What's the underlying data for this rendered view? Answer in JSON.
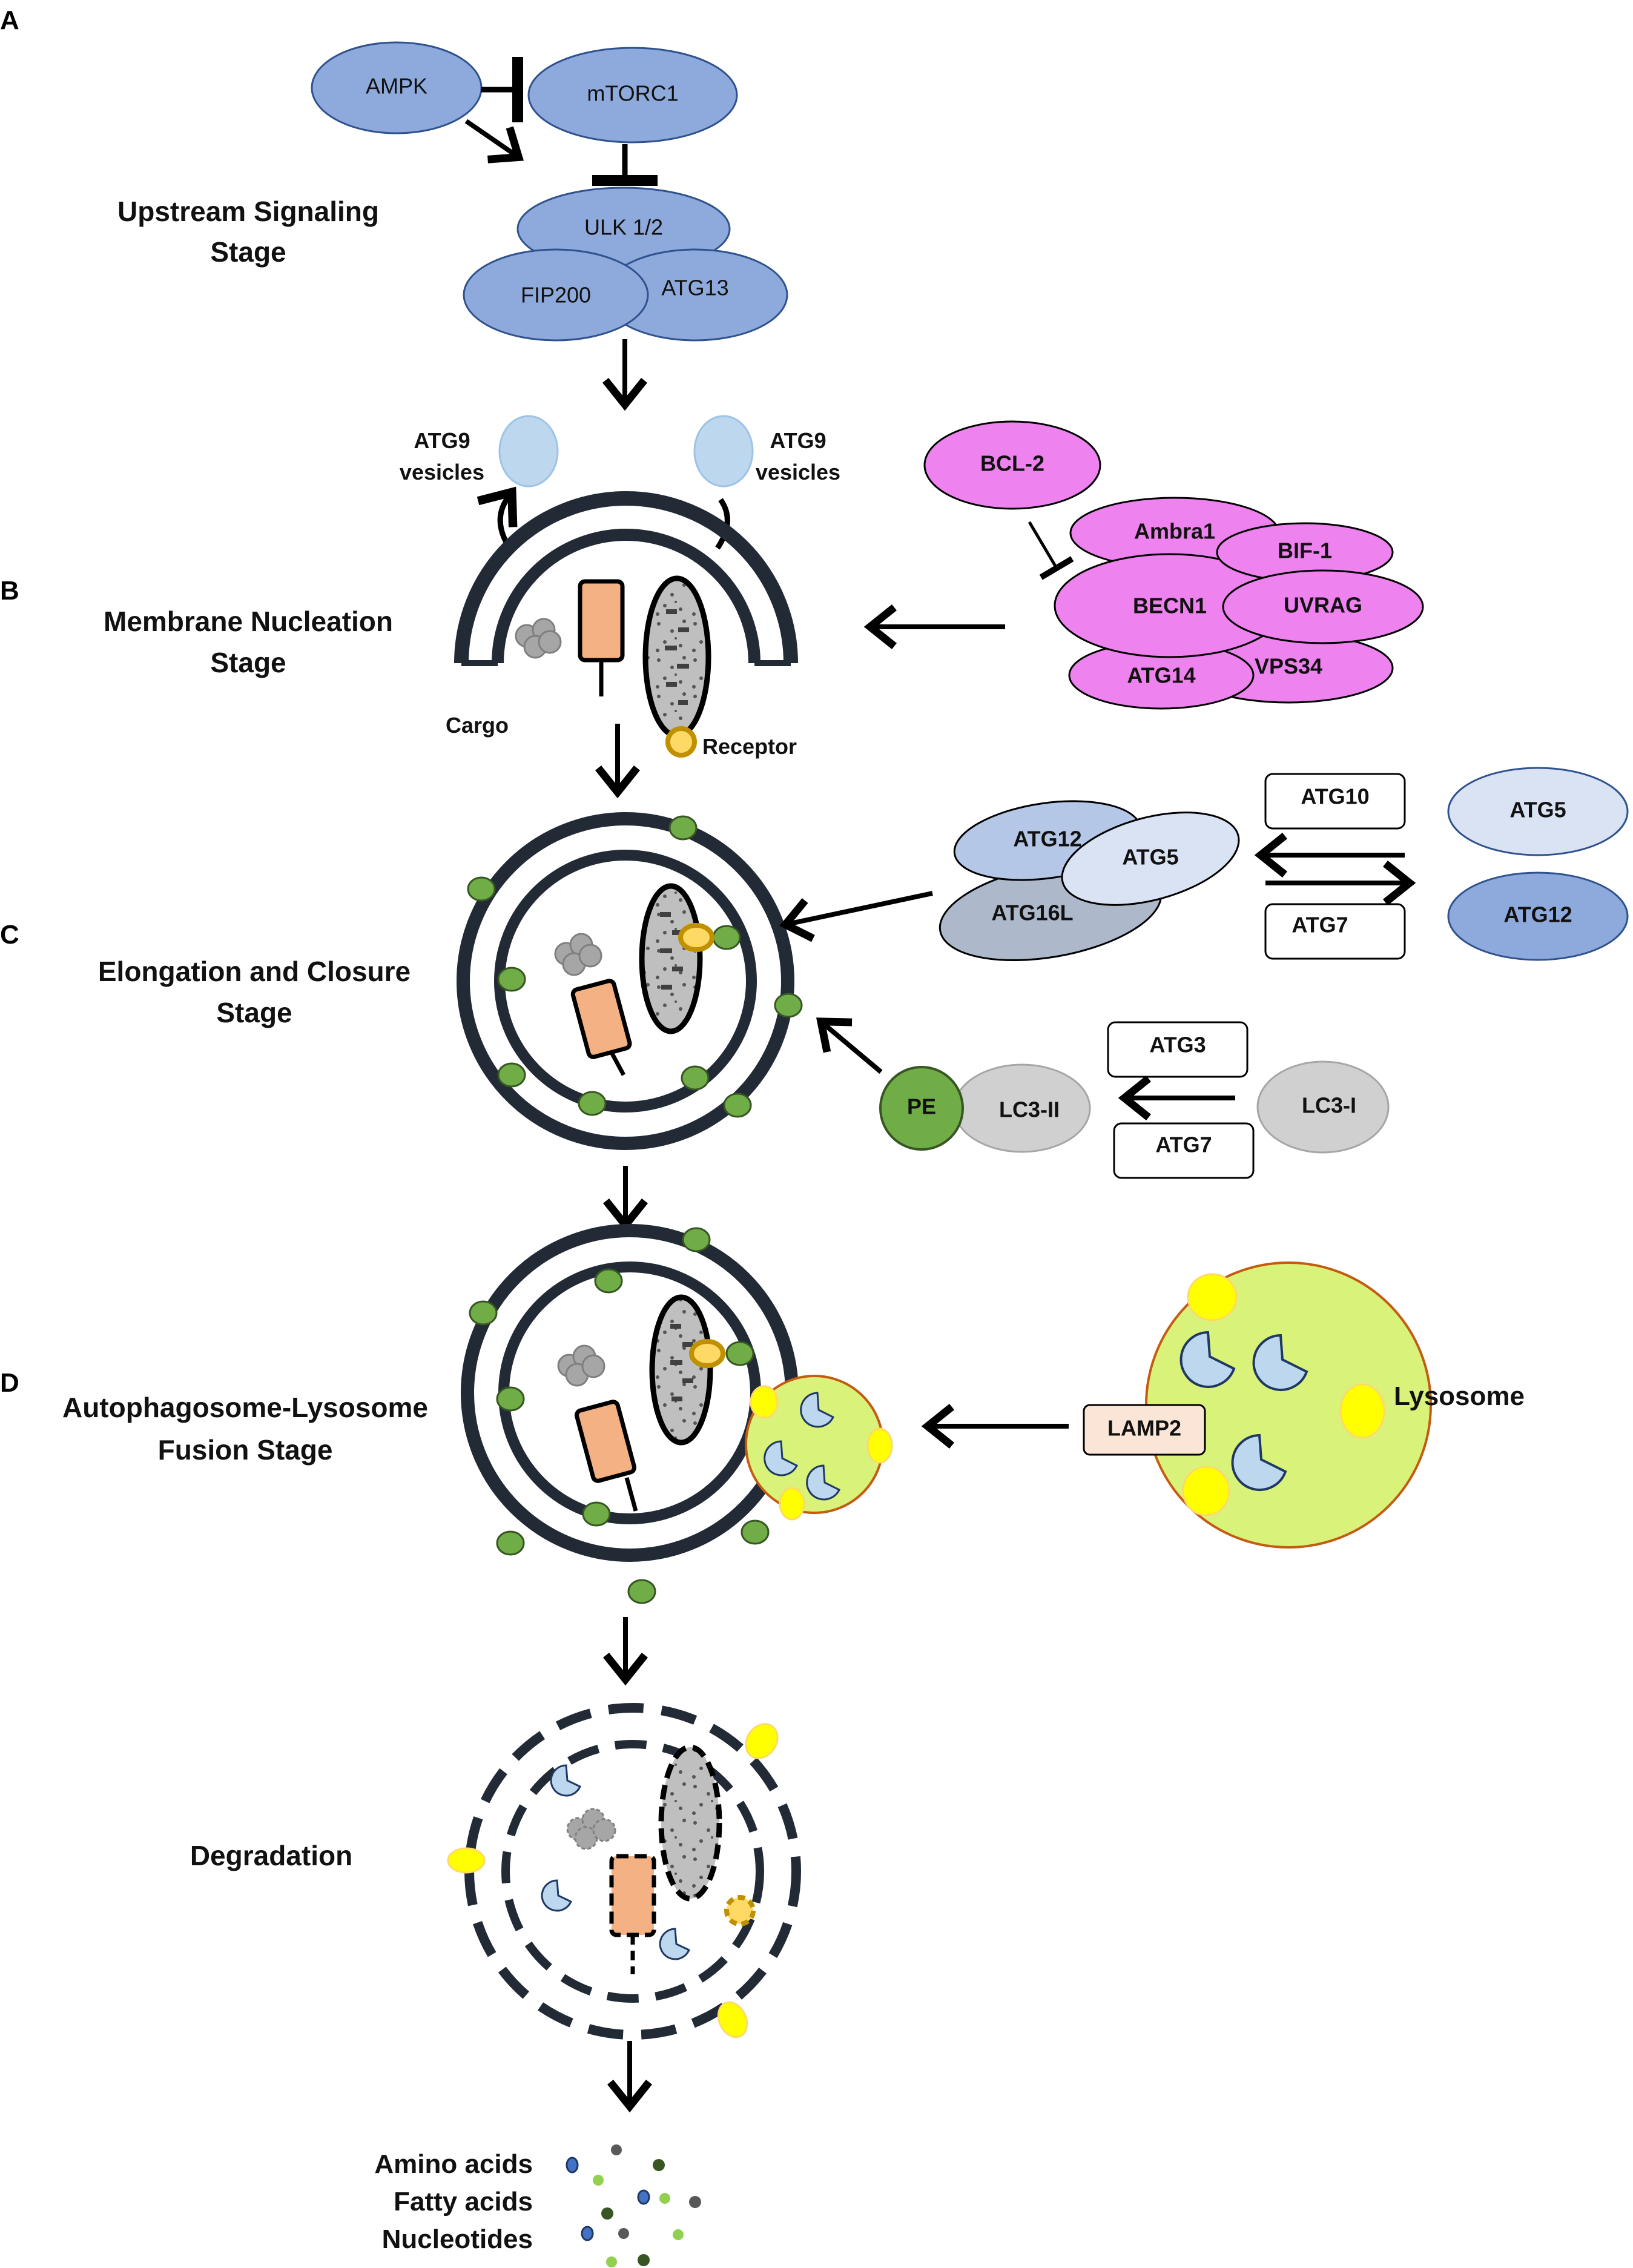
{
  "panels": {
    "a": "A",
    "b": "B",
    "c": "C",
    "d": "D"
  },
  "stages": {
    "upstream": [
      "Upstream Signaling",
      "Stage"
    ],
    "nucleation": [
      "Membrane Nucleation",
      "Stage"
    ],
    "elongation": [
      "Elongation and Closure",
      "Stage"
    ],
    "fusion": [
      "Autophagosome-Lysosome",
      "Fusion Stage"
    ],
    "degradation": "Degradation"
  },
  "upstream": {
    "ampk": "AMPK",
    "mtorc1": "mTORC1",
    "ulk": "ULK 1/2",
    "fip200": "FIP200",
    "atg13": "ATG13"
  },
  "nucleation": {
    "vesicle_label": [
      "ATG9",
      "vesicles"
    ],
    "cargo": "Cargo",
    "receptor": "Receptor",
    "complex": {
      "bcl2": "BCL-2",
      "ambra1": "Ambra1",
      "bif1": "BIF-1",
      "becn1": "BECN1",
      "uvrag": "UVRAG",
      "atg14": "ATG14",
      "vps34": "VPS34"
    }
  },
  "elongation": {
    "atg12": "ATG12",
    "atg5": "ATG5",
    "atg16l": "ATG16L",
    "atg10": "ATG10",
    "atg7": "ATG7",
    "atg5_free": "ATG5",
    "atg12_free": "ATG12",
    "pe": "PE",
    "lc3ii": "LC3-II",
    "atg3": "ATG3",
    "atg7_lc3": "ATG7",
    "lc3i": "LC3-I"
  },
  "fusion": {
    "lamp2": "LAMP2",
    "lysosome": "Lysosome"
  },
  "products": [
    "Amino acids",
    "Fatty acids",
    "Nucleotides"
  ],
  "colors": {
    "upstream_fill": "#8ea9db",
    "vesicle_fill": "#bdd7ee",
    "complex_fill": "#ee82ee",
    "atg_light": "#dae3f3",
    "atg_mid": "#b4c7e7",
    "atg16l_fill": "#adb9ca",
    "membrane": "#222a35",
    "pe_green": "#70ad47",
    "lc3_grey": "#d0d0d0",
    "lysosome_fill": "#d9f279",
    "lamp_yellow": "#ffff00",
    "cargo_orange": "#f4b183",
    "enzyme_blue": "#bdd7ee"
  }
}
